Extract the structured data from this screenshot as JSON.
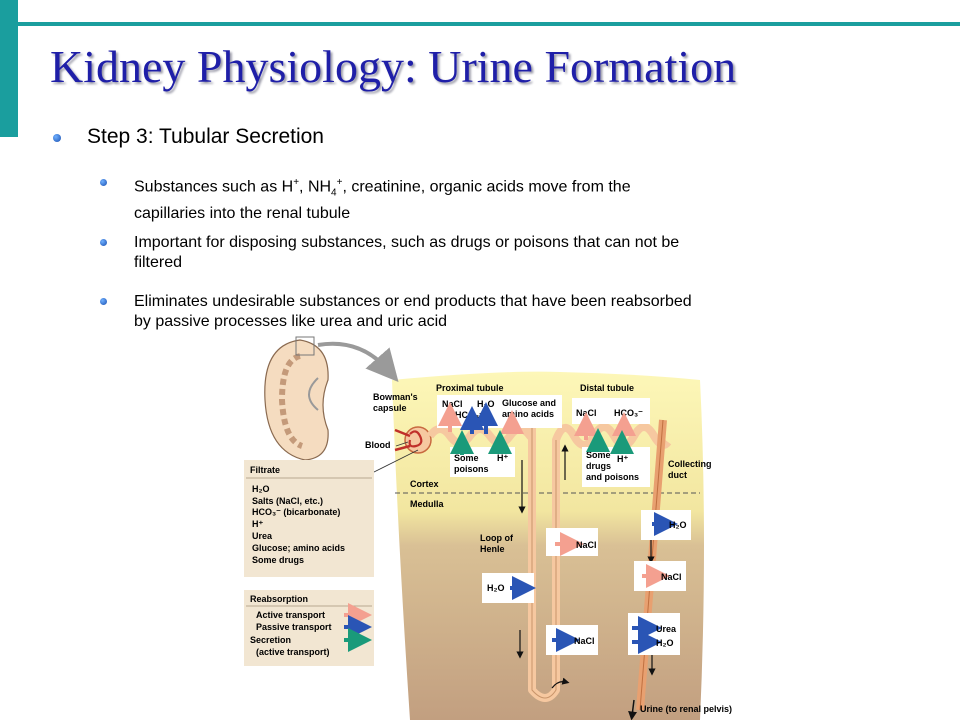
{
  "slide": {
    "title": "Kidney Physiology: Urine Formation",
    "step": "Step 3: Tubular Secretion",
    "bullets": [
      {
        "line1": "Substances such as H",
        "sup1": "+",
        "mid1": ", NH",
        "sub1": "4",
        "sup2": "+",
        "rest1": ", creatinine, organic acids move from the",
        "line2": "capillaries into the renal tubule"
      },
      {
        "line1": "Important for disposing substances, such as drugs or poisons that can not be",
        "line2": "filtered"
      },
      {
        "line1": "Eliminates undesirable substances or end products that have been reabsorbed",
        "line2": "by passive processes like urea and uric acid"
      }
    ]
  },
  "diagram": {
    "colors": {
      "cortex": "#fdf6b0",
      "medulla": "#c9a888",
      "active": "#f4a090",
      "passive": "#2a55b5",
      "secretion": "#1a9a7a",
      "tubule": "#f6c8a0"
    },
    "labels": {
      "bowman": [
        "Bowman's",
        "capsule"
      ],
      "blood": "Blood",
      "proximal": "Proximal tubule",
      "distal": "Distal tubule",
      "cortex": "Cortex",
      "medulla": "Medulla",
      "loop": [
        "Loop of",
        "Henle"
      ],
      "collecting": [
        "Collecting",
        "duct"
      ],
      "urine": "Urine (to renal pelvis)"
    },
    "filtrate": {
      "heading": "Filtrate",
      "items": [
        "H₂O",
        "Salts (NaCl, etc.)",
        "HCO₃⁻ (bicarbonate)",
        "H⁺",
        "Urea",
        "Glucose; amino acids",
        "Some drugs"
      ]
    },
    "legend": {
      "reabsorption": "Reabsorption",
      "active": "Active transport",
      "passive": "Passive transport",
      "secretion": [
        "Secretion",
        "(active transport)"
      ]
    },
    "boxes": {
      "prox_nacl": "NaCl",
      "prox_hco3": "HCO₃⁻",
      "prox_h2o": "H₂O",
      "prox_glucose": [
        "Glucose and",
        "amino acids"
      ],
      "prox_poisons": [
        "Some",
        "poisons"
      ],
      "prox_h": "H⁺",
      "dist_nacl": "NaCl",
      "dist_hco3": "HCO₃⁻",
      "dist_drugs": [
        "Some",
        "drugs",
        "and poisons"
      ],
      "dist_h": "H⁺",
      "loop_nacl1": "NaCl",
      "loop_h2o": "H₂O",
      "loop_nacl2": "NaCl",
      "cd_h2o1": "H₂O",
      "cd_nacl": "NaCl",
      "cd_urea": "Urea",
      "cd_h2o2": "H₂O"
    }
  }
}
